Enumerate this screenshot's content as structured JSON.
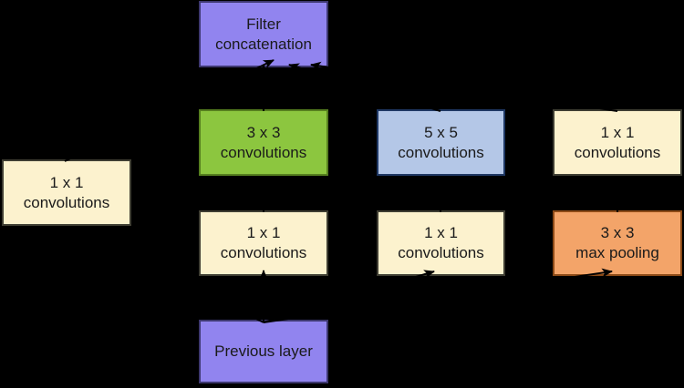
{
  "canvas": {
    "background": "#000000",
    "text_color": "#1a1a1a",
    "arrow_color": "#000000"
  },
  "nodes": {
    "filter_concat": {
      "line1": "Filter",
      "line2": "concatenation",
      "fill": "#9184EF",
      "border": "#3E3870"
    },
    "conv3x3": {
      "line1": "3 x 3",
      "line2": "convolutions",
      "fill": "#8CC63F",
      "border": "#567F1F"
    },
    "conv5x5": {
      "line1": "5 x 5",
      "line2": "convolutions",
      "fill": "#B4C7E7",
      "border": "#1F3864"
    },
    "conv1x1_col4": {
      "line1": "1 x 1",
      "line2": "convolutions",
      "fill": "#FCF2CE",
      "border": "#3F3E33"
    },
    "conv1x1_left": {
      "line1": "1 x 1",
      "line2": "convolutions",
      "fill": "#FCF2CE",
      "border": "#3F3E33"
    },
    "conv1x1_mid": {
      "line1": "1 x 1",
      "line2": "convolutions",
      "fill": "#FCF2CE",
      "border": "#3F3E33"
    },
    "conv1x1_col3": {
      "line1": "1 x 1",
      "line2": "convolutions",
      "fill": "#FCF2CE",
      "border": "#3F3E33"
    },
    "max_pooling": {
      "line1": "3 x 3",
      "line2": "max pooling",
      "fill": "#F3A469",
      "border": "#8C4A17"
    },
    "previous_layer": {
      "line1": "Previous layer",
      "line2": "",
      "fill": "#9184EF",
      "border": "#3E3870"
    }
  },
  "edges": [
    {
      "from": "previous_layer",
      "to": "conv1x1_left"
    },
    {
      "from": "previous_layer",
      "to": "conv1x1_mid"
    },
    {
      "from": "previous_layer",
      "to": "conv1x1_col3"
    },
    {
      "from": "previous_layer",
      "to": "max_pooling"
    },
    {
      "from": "conv1x1_left",
      "to": "filter_concat"
    },
    {
      "from": "conv1x1_mid",
      "to": "conv3x3"
    },
    {
      "from": "conv3x3",
      "to": "filter_concat"
    },
    {
      "from": "conv1x1_col3",
      "to": "conv5x5"
    },
    {
      "from": "conv5x5",
      "to": "filter_concat"
    },
    {
      "from": "max_pooling",
      "to": "conv1x1_col4"
    },
    {
      "from": "conv1x1_col4",
      "to": "filter_concat"
    }
  ]
}
